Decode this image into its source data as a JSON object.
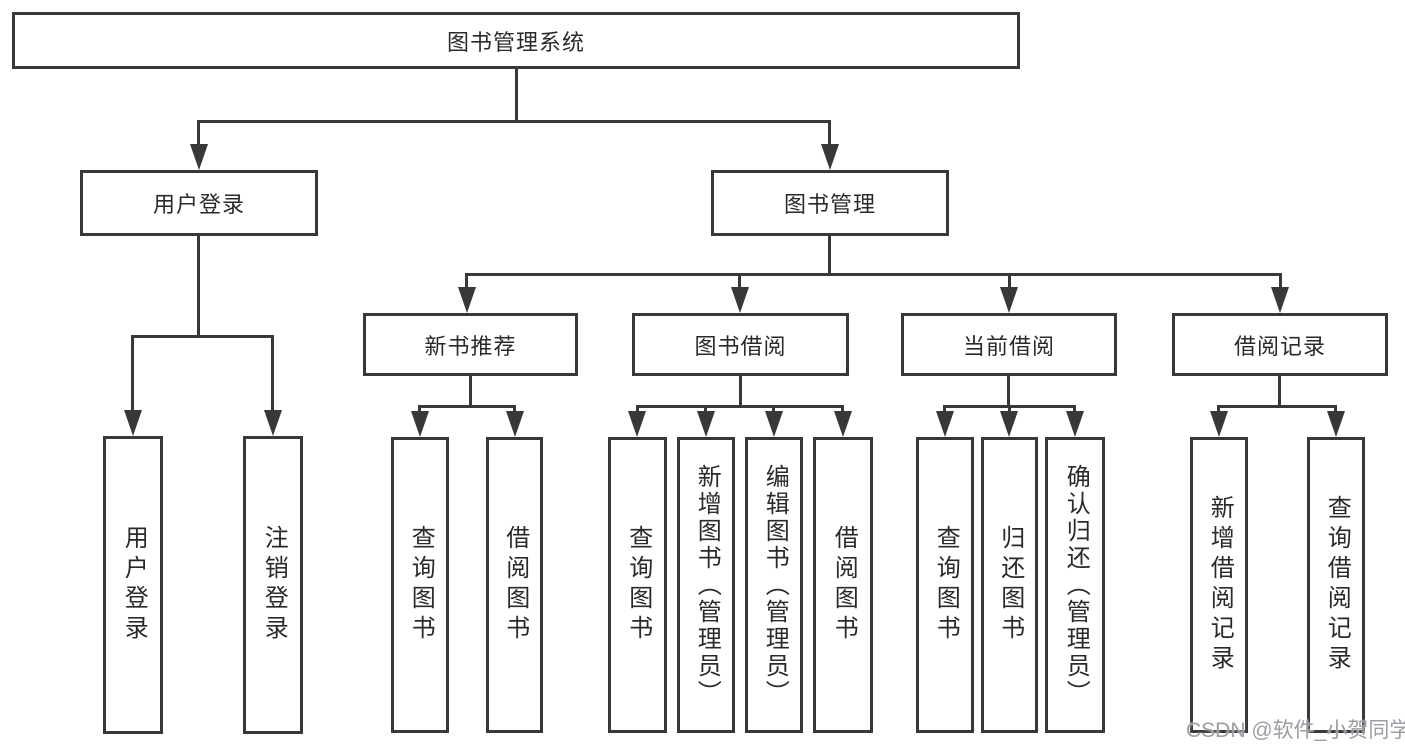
{
  "diagram_type": "hierarchy",
  "colors": {
    "line": "#383838",
    "text": "#2a2a2a",
    "background": "#ffffff",
    "watermark": "#9c9ca4"
  },
  "tree": {
    "label": "图书管理系统",
    "children": [
      {
        "label": "用户登录",
        "children": [
          {
            "label": "用户登录"
          },
          {
            "label": "注销登录"
          }
        ]
      },
      {
        "label": "图书管理",
        "children": [
          {
            "label": "新书推荐",
            "children": [
              {
                "label": "查询图书"
              },
              {
                "label": "借阅图书"
              }
            ]
          },
          {
            "label": "图书借阅",
            "children": [
              {
                "label": "查询图书"
              },
              {
                "label": "新增图书（管理员）"
              },
              {
                "label": "编辑图书（管理员）"
              },
              {
                "label": "借阅图书"
              }
            ]
          },
          {
            "label": "当前借阅",
            "children": [
              {
                "label": "查询图书"
              },
              {
                "label": "归还图书"
              },
              {
                "label": "确认归还（管理员）"
              }
            ]
          },
          {
            "label": "借阅记录",
            "children": [
              {
                "label": "新增借阅记录"
              },
              {
                "label": "查询借阅记录"
              }
            ]
          }
        ]
      }
    ]
  },
  "watermark": {
    "text": "CSDN @软件_小贺同学"
  }
}
